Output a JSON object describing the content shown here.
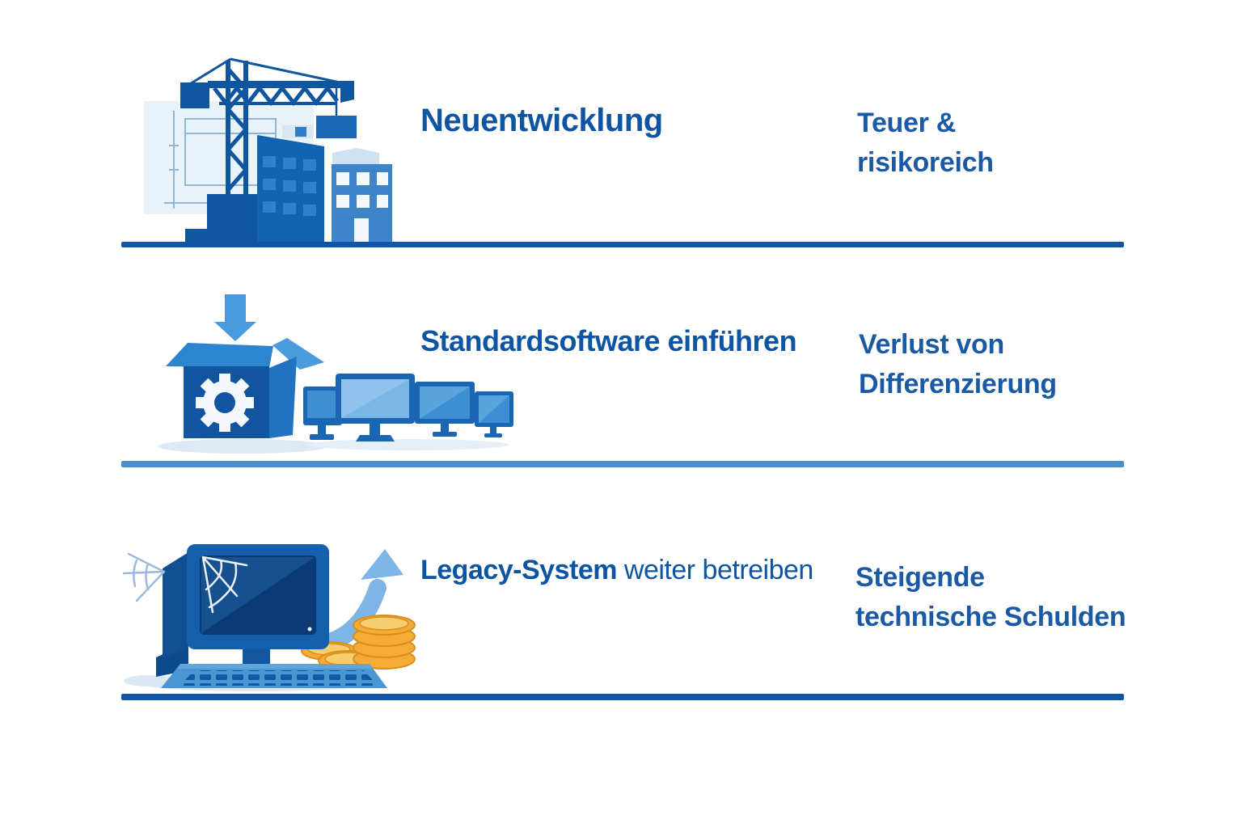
{
  "rows": [
    {
      "icon": "construction-crane-buildings-icon",
      "title_bold": "Neuentwicklung",
      "title_regular": "",
      "consequence": [
        "Teuer &",
        "risikoreich"
      ],
      "divider_color": "#1156a6"
    },
    {
      "icon": "software-box-gear-monitors-icon",
      "title_bold": "Standardsoftware einführen",
      "title_regular": "",
      "consequence": [
        "Verlust von",
        "Differenzierung"
      ],
      "divider_color": "#4a90cd"
    },
    {
      "icon": "legacy-computer-cobwebs-coins-growth-arrow-icon",
      "title_bold": "Legacy-System",
      "title_regular": " weiter betreiben",
      "consequence": [
        "Steigende",
        "technische Schulden"
      ],
      "divider_color": "#1156a6"
    }
  ],
  "colors": {
    "title_text": "#0d55a3",
    "consequence_text": "#1a5aa5",
    "divider_dark": "#1156a6",
    "divider_light": "#4a90cd",
    "illustration_dark_blue": "#11549f",
    "illustration_medium_blue": "#2e86d0",
    "illustration_light_blue": "#5aa7e0",
    "blueprint_panel": "#e9f1f9",
    "screen_navy": "#0c3a75",
    "coin_gold": "#f4ac36",
    "coin_gold_light": "#f8cd6d"
  }
}
